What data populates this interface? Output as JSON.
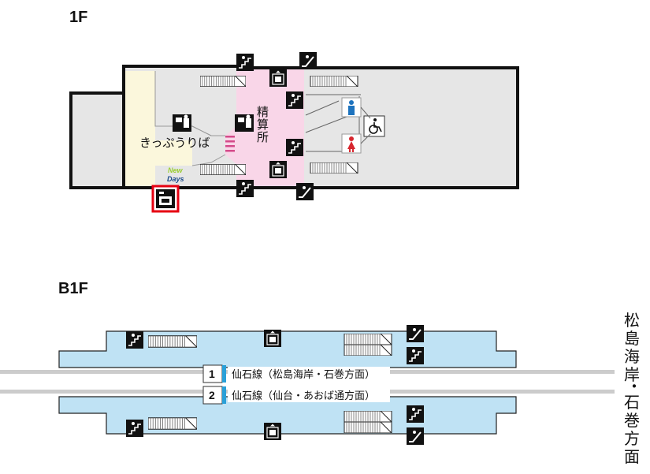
{
  "floors": {
    "f1": "1F",
    "b1": "B1F"
  },
  "areas": {
    "ticket_office": "きっぷうりば",
    "fare_adjustment": [
      "精",
      "算",
      "所"
    ],
    "shop_line1": "New",
    "shop_line2": "Days"
  },
  "tracks": [
    {
      "number": "1",
      "label": "仙石線（松島海岸・石巻方面）"
    },
    {
      "number": "2",
      "label": "仙石線（仙台・あおば通方面）"
    }
  ],
  "direction": [
    "松",
    "島",
    "海",
    "岸",
    "・",
    "石",
    "巻",
    "方",
    "面"
  ],
  "icons": {
    "stairs": "stairs-icon",
    "escalator": "escalator-icon",
    "elevator": "elevator-icon",
    "ticket_machine": "ticket-machine-icon",
    "coin_locker": "coin-locker-icon",
    "toilet_men": "toilet-men-icon",
    "toilet_women": "toilet-women-icon",
    "accessible": "wheelchair-icon"
  },
  "colors": {
    "concourse": "#e6e6e6",
    "ticket_area": "#fbf7dc",
    "paid_area": "#f9d6e8",
    "platform": "#bfe2f4",
    "rail": "#cccccc",
    "highlight": "#e60012",
    "men": "#1e73be",
    "women": "#d7262e",
    "track_tag": "#2aa0d8"
  }
}
